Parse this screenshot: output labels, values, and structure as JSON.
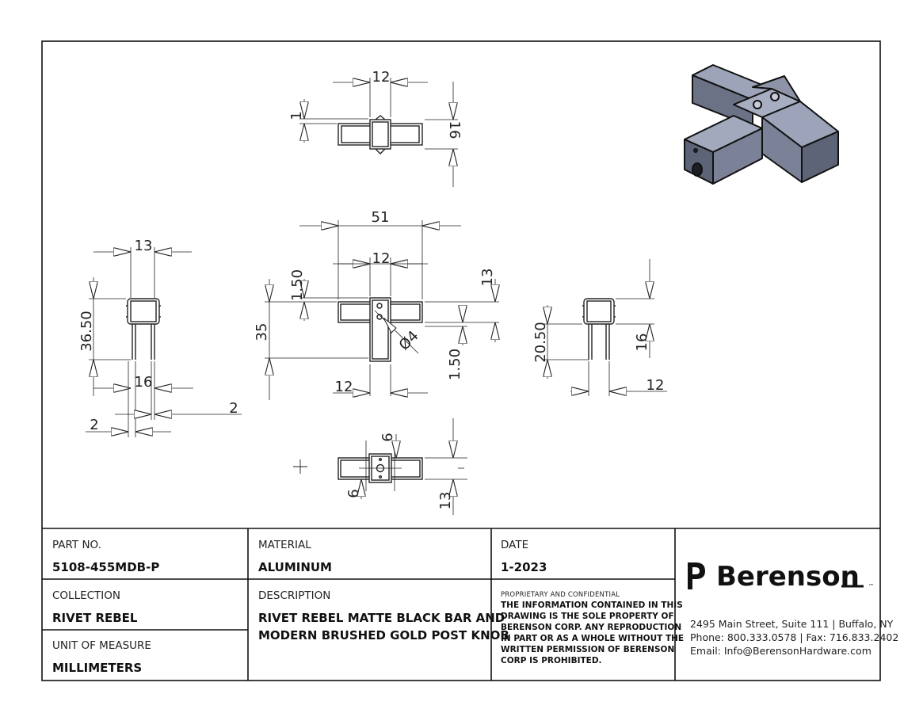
{
  "title_block": {
    "part_no": {
      "label": "PART NO.",
      "value": "5108-455MDB-P"
    },
    "material": {
      "label": "MATERIAL",
      "value": "ALUMINUM"
    },
    "date": {
      "label": "DATE",
      "value": "1-2023"
    },
    "collection": {
      "label": "COLLECTION",
      "value": "RIVET REBEL"
    },
    "description": {
      "label": "DESCRIPTION",
      "line1": "RIVET REBEL MATTE BLACK BAR AND",
      "line2": "MODERN BRUSHED GOLD POST KNOB"
    },
    "unit_of_measure": {
      "label": "UNIT OF MEASURE",
      "value": "MILLIMETERS"
    },
    "proprietary": {
      "title": "PROPRIETARY AND CONFIDENTIAL",
      "lines": [
        "THE INFORMATION CONTAINED IN THIS",
        "DRAWING IS THE SOLE PROPERTY OF",
        "BERENSON CORP. ANY REPRODUCTION",
        "IN PART OR AS A WHOLE WITHOUT THE",
        "WRITTEN PERMISSION OF BERENSON",
        "CORP IS PROHIBITED."
      ]
    },
    "company": {
      "name": "Berenson",
      "tm": "™",
      "address": "2495 Main Street, Suite 111 | Buffalo, NY",
      "phone": "Phone: 800.333.0578 | Fax: 716.833.2402",
      "email": "Email: Info@BerensonHardware.com"
    }
  },
  "dimensions": {
    "top_width": "12",
    "top_thk": "1",
    "top_height": "16",
    "front_overall": "51",
    "front_center": "12",
    "front_offset": "1.50",
    "front_height": "35",
    "front_right": "13",
    "front_right_offset": "1.50",
    "front_post": "12",
    "front_hole": "Ø4",
    "left_width": "13",
    "left_height": "36.50",
    "left_base": "16",
    "left_wall_right": "2",
    "left_wall_left": "2",
    "right_height": "20.50",
    "right_inner": "16",
    "right_width": "12",
    "bottom_small_top": "6",
    "bottom_small_left": "6",
    "bottom_height": "13"
  },
  "colors": {
    "line": "#222222",
    "border": "#111111",
    "iso_face_top": "#9da3b8",
    "iso_face_front": "#5e6478",
    "iso_face_side": "#7b8196"
  }
}
